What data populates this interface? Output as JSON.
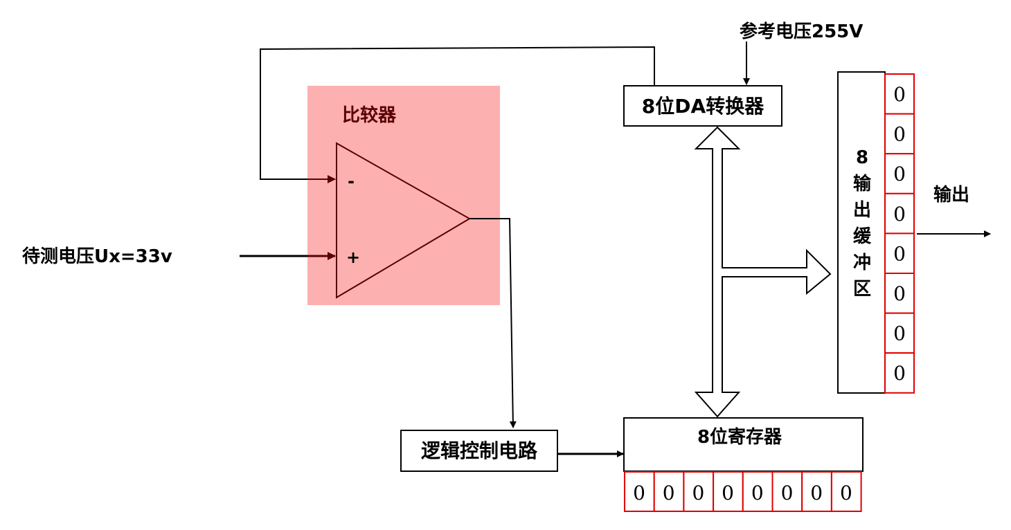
{
  "reference_voltage_label": "参考电压255V",
  "dac_label": "8位DA转换器",
  "comparator_label": "比较器",
  "minus_sign": "-",
  "plus_sign": "+",
  "input_voltage_label": "待测电压Ux=33v",
  "logic_control_label": "逻辑控制电路",
  "register_label": "8位寄存器",
  "output_buffer_label": "8\n输\n出\n缓\n冲\n区",
  "output_label": "输出",
  "buffer_bits": [
    "0",
    "0",
    "0",
    "0",
    "0",
    "0",
    "0",
    "0"
  ],
  "register_bits": [
    "0",
    "0",
    "0",
    "0",
    "0",
    "0",
    "0",
    "0"
  ],
  "colors": {
    "comparator_bg": "#fcb0b0",
    "comparator_dark": "#5a0000",
    "bit_border": "#e00000"
  }
}
